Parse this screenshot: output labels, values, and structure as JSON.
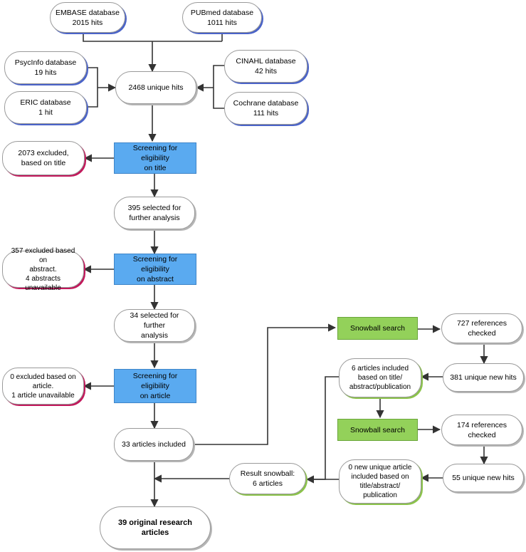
{
  "nodes": {
    "embase": "EMBASE database\n2015 hits",
    "pubmed": "PUBmed database\n1011 hits",
    "psycinfo": "PsycInfo database\n19 hits",
    "eric": "ERIC database\n1 hit",
    "cinahl": "CINAHL database\n42 hits",
    "cochrane": "Cochrane database\n111 hits",
    "unique_hits": "2468 unique hits",
    "screen_title": "Screening for eligibility\non title",
    "excluded_title": "2073 excluded,\nbased on title",
    "selected_395": "395 selected for\nfurther analysis",
    "screen_abstract": "Screening for eligibility\non abstract",
    "excluded_abstract": "357 excluded based on\nabstract.\n4 abstracts unavailable",
    "selected_34": "34 selected for further\nanalysis",
    "screen_article": "Screening for eligibility\non article",
    "excluded_article": "0 excluded based on\narticle.\n1 article unavailable",
    "included_33": "33 articles included",
    "final": "39 original research articles",
    "snowball_1": "Snowball search",
    "refs_727": "727 references\nchecked",
    "new_381": "381 unique new hits",
    "included_6": "6 articles included\nbased on title/\nabstract/publication",
    "snowball_2": "Snowball search",
    "refs_174": "174 references\nchecked",
    "new_55": "55 unique new hits",
    "included_0": "0 new unique article\nincluded based on\ntitle/abstract/\npublication",
    "result_snowball": "Result snowball:\n6 articles"
  },
  "colors": {
    "screening_fill": "#5aaaf0",
    "snowball_fill": "#93d15a",
    "excluded_accent": "#c2185b",
    "database_accent": "#4a63c9",
    "snowball_accent": "#8bc34a",
    "connector": "#333333"
  }
}
